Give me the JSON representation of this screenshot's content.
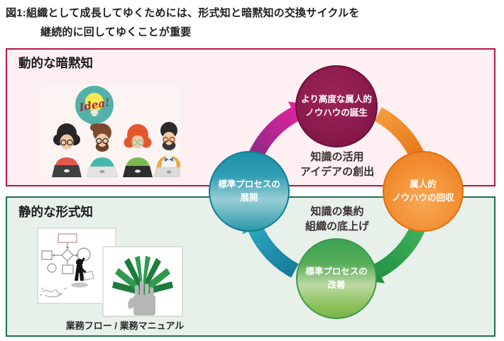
{
  "title": {
    "line1": "図1:組織として成長してゆくためには、形式知と暗黙知の交換サイクルを",
    "line2": "継続的に回してゆくことが重要"
  },
  "tacit_box": {
    "label": "動的な暗黙知",
    "border_color": "#b5174a",
    "bg_color": "#fdeff2",
    "illustration": {
      "idea_text": "Idea!"
    }
  },
  "explicit_box": {
    "label": "静的な形式知",
    "border_color": "#1d6e52",
    "bg_color": "#e8f1e9",
    "caption": "業務フロー / 業務マニュアル"
  },
  "cycle": {
    "nodes": [
      {
        "id": "advanced-knowhow-birth",
        "line1": "より高度な属人的",
        "line2": "ノウハウの誕生",
        "color": "#8c1b4d"
      },
      {
        "id": "personal-knowhow-collection",
        "line1": "属人的",
        "line2": "ノウハウの回収",
        "color": "#ed7b1c"
      },
      {
        "id": "standard-process-improvement",
        "line1": "標準プロセスの",
        "line2": "改善",
        "color": "#55ab57"
      },
      {
        "id": "standard-process-deployment",
        "line1": "標準プロセスの",
        "line2": "展開",
        "color": "#2f9fb3"
      }
    ],
    "annotations": {
      "top": {
        "line1": "知識の活用",
        "line2": "アイデアの創出"
      },
      "bottom": {
        "line1": "知識の集約",
        "line2": "組織の底上げ"
      }
    },
    "arrow_colors": {
      "to_birth": "#e32aa0",
      "to_collection": "#ee7d1e",
      "to_improvement": "#2fa04e",
      "to_deployment": "#1e8fae"
    }
  }
}
